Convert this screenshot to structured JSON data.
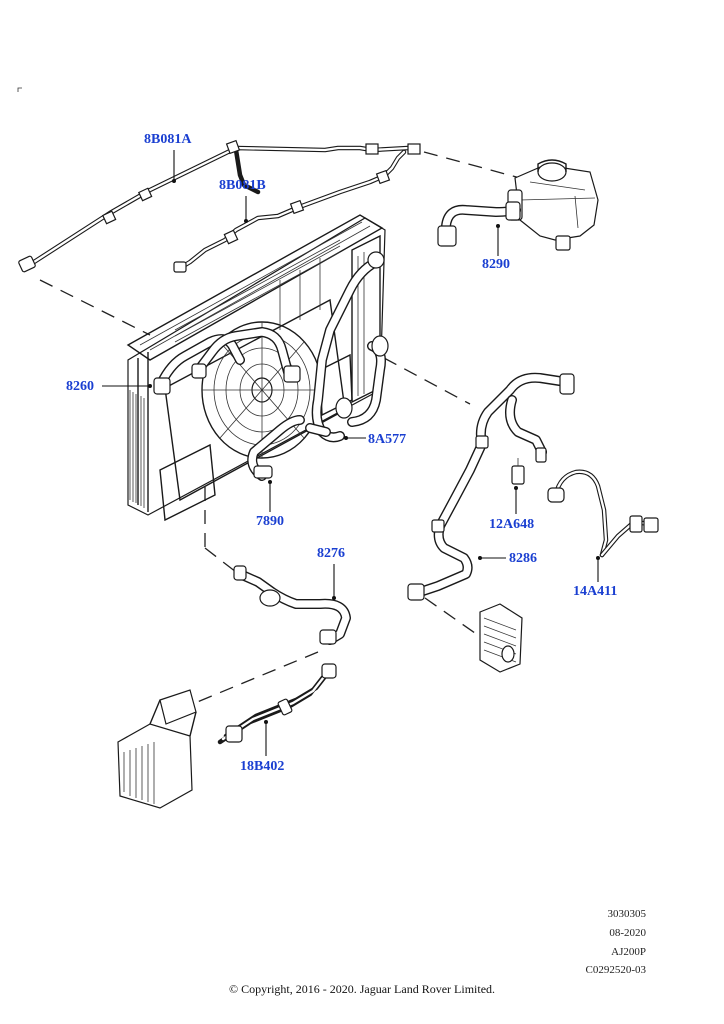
{
  "callouts": {
    "c_8B081A": "8B081A",
    "c_8B081B": "8B081B",
    "c_8290": "8290",
    "c_8260": "8260",
    "c_8A577": "8A577",
    "c_7890": "7890",
    "c_12A648": "12A648",
    "c_8286": "8286",
    "c_14A411": "14A411",
    "c_8276": "8276",
    "c_18B402": "18B402"
  },
  "meta": {
    "line1": "3030305",
    "line2": "08-2020",
    "line3": "AJ200P",
    "line4": "C0292520-03"
  },
  "copyright": "© Copyright, 2016 - 2020. Jaguar Land Rover Limited.",
  "colors": {
    "callout": "#1a3fd1",
    "linework": "#1a1a1a"
  }
}
